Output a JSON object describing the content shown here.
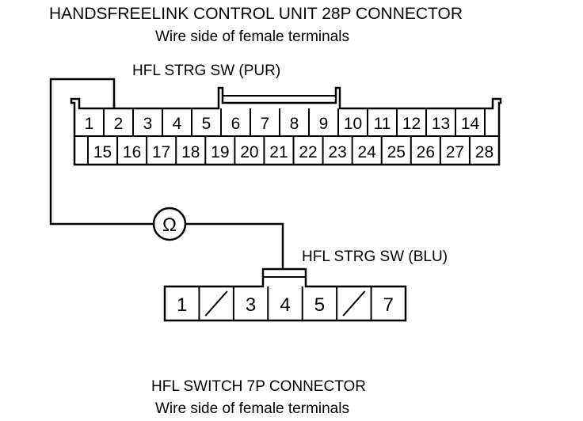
{
  "top_connector": {
    "title": "HANDSFREELINK CONTROL UNIT 28P CONNECTOR",
    "subtitle": "Wire side of female terminals",
    "wire_label": "HFL STRG SW (PUR)",
    "row1": [
      "1",
      "2",
      "3",
      "4",
      "5",
      "6",
      "7",
      "8",
      "9",
      "10",
      "11",
      "12",
      "13",
      "14"
    ],
    "row2": [
      "15",
      "16",
      "17",
      "18",
      "19",
      "20",
      "21",
      "22",
      "23",
      "24",
      "25",
      "26",
      "27",
      "28"
    ]
  },
  "meter": {
    "symbol": "Ω"
  },
  "bottom_connector": {
    "wire_label": "HFL STRG SW (BLU)",
    "pins": [
      "1",
      "",
      "3",
      "4",
      "5",
      "",
      "7"
    ],
    "title": "HFL SWITCH 7P CONNECTOR",
    "subtitle": "Wire side of female terminals"
  }
}
